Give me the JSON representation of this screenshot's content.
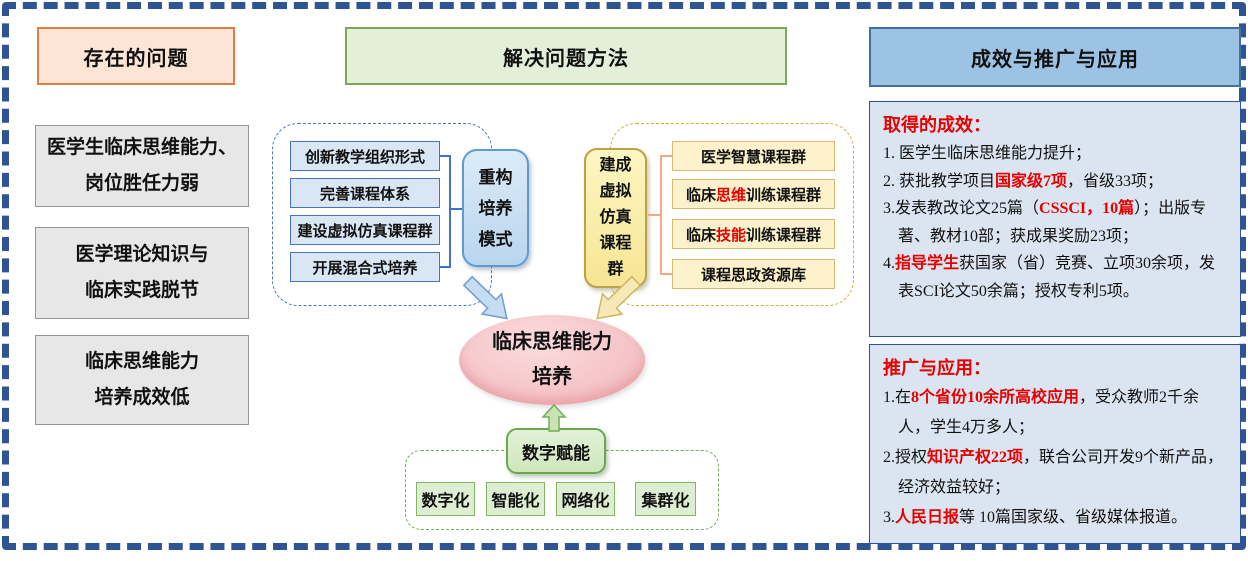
{
  "diagram": {
    "problems": {
      "header": "存在的问题",
      "items": [
        {
          "lines": [
            "医学生临床思维能力、",
            "岗位胜任力弱"
          ]
        },
        {
          "lines": [
            "医学理论知识与",
            "临床实践脱节"
          ]
        },
        {
          "lines": [
            "临床思维能力",
            "培养成效低"
          ]
        }
      ]
    },
    "solutions": {
      "header": "解决问题方法",
      "reconstruct": {
        "boxes": [
          "创新教学组织形式",
          "完善课程体系",
          "建设虚拟仿真课程群",
          "开展混合式培养"
        ],
        "mode_lines": [
          "重构",
          "培养",
          "模式"
        ]
      },
      "courses": {
        "group_lines": [
          "建成",
          "虚拟",
          "仿真",
          "课程",
          "群"
        ],
        "boxes": [
          [
            {
              "t": "医学智慧课程群",
              "r": false
            }
          ],
          [
            {
              "t": "临床",
              "r": false
            },
            {
              "t": "思维",
              "r": true
            },
            {
              "t": "训练课程群",
              "r": false
            }
          ],
          [
            {
              "t": "临床",
              "r": false
            },
            {
              "t": "技能",
              "r": true
            },
            {
              "t": "训练课程群",
              "r": false
            }
          ],
          [
            {
              "t": "课程思政资源库",
              "r": false
            }
          ]
        ]
      },
      "goal_lines": [
        "临床思维能力",
        "培养"
      ],
      "digital": {
        "label": "数字赋能",
        "items": [
          "数字化",
          "智能化",
          "网络化",
          "集群化"
        ]
      }
    },
    "results": {
      "header": "成效与推广与应用",
      "achievements": {
        "title": "取得的成效：",
        "items": [
          [
            {
              "t": "1. 医学生临床思维能力提升；",
              "r": false
            }
          ],
          [
            {
              "t": "2. 获批教学项目",
              "r": false
            },
            {
              "t": "国家级7项",
              "r": true
            },
            {
              "t": "，省级33项；",
              "r": false
            }
          ],
          [
            {
              "t": "3.发表教改论文25篇（",
              "r": false
            },
            {
              "t": "CSSCI，10篇",
              "r": true
            },
            {
              "t": "）；出版专著、教材10部；获成果奖励23项；",
              "r": false
            }
          ],
          [
            {
              "t": "4.",
              "r": false
            },
            {
              "t": "指导学生",
              "r": true
            },
            {
              "t": "获国家（省）竞赛、立项30余项，发表SCI论文50余篇；授权专利5项。",
              "r": false
            }
          ]
        ]
      },
      "promotion": {
        "title": "推广与应用：",
        "items": [
          [
            {
              "t": "1.在",
              "r": false
            },
            {
              "t": "8个省份10余所高校应用",
              "r": true
            },
            {
              "t": "，受众教师2千余人，学生4万多人；",
              "r": false
            }
          ],
          [
            {
              "t": "2.授权",
              "r": false
            },
            {
              "t": "知识产权22项",
              "r": true
            },
            {
              "t": "，联合公司开发9个新产品，经济效益较好；",
              "r": false
            }
          ],
          [
            {
              "t": "3.",
              "r": false
            },
            {
              "t": "人民日报",
              "r": true
            },
            {
              "t": "等 10篇国家级、省级媒体报道。",
              "r": false
            }
          ]
        ]
      }
    },
    "colors": {
      "accent_red": "#e60000",
      "outer_border_navy": "#2e5494",
      "problems_header_fill": "#fce5d5",
      "solutions_header_fill": "#e3efd9",
      "results_header_fill": "#9cc2e4",
      "results_panel_fill": "#dbe5f1",
      "blue_box_fill": "#d9e7f5",
      "yellow_box_fill": "#fdf2cc",
      "green_box_fill": "#ddeed2",
      "goal_ellipse_fill": "#f6c6c9"
    }
  }
}
